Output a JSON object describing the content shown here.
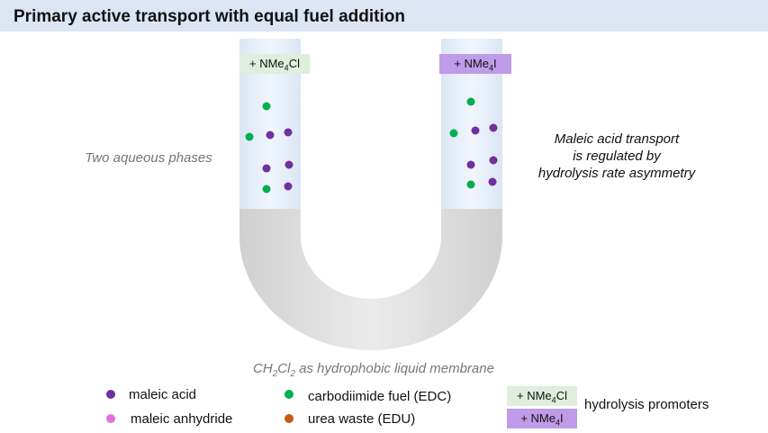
{
  "title": "Primary active transport with equal fuel addition",
  "left_tag": {
    "prefix": "+ NMe",
    "sub": "4",
    "suffix": "Cl"
  },
  "right_tag": {
    "prefix": "+ NMe",
    "sub": "4",
    "suffix": "I"
  },
  "left_caption": "Two aqueous phases",
  "right_caption": {
    "line1": "Maleic acid transport",
    "line2": "is regulated by",
    "line3": "hydrolysis rate asymmetry"
  },
  "membrane_caption": {
    "pre": "CH",
    "sub1": "2",
    "mid": "Cl",
    "sub2": "2",
    "post": " as hydrophobic liquid membrane"
  },
  "legend": {
    "maleic_acid": "maleic acid",
    "maleic_anhydride": "maleic anhydride",
    "edc": "carbodiimide fuel (EDC)",
    "edu": "urea waste (EDU)",
    "promoters_label": "hydrolysis promoters",
    "promoter_cl": {
      "prefix": "+ NMe",
      "sub": "4",
      "suffix": "Cl"
    },
    "promoter_i": {
      "prefix": "+ NMe",
      "sub": "4",
      "suffix": "I"
    }
  },
  "colors": {
    "maleic_acid": "#7030a0",
    "maleic_anhydride": "#e070e0",
    "edc": "#00b050",
    "edu": "#c55a11",
    "aqueous": "#e6effb",
    "membrane": "#e3e3e3",
    "nme4cl": "#dfeedd",
    "nme4i": "#bf9be8"
  }
}
